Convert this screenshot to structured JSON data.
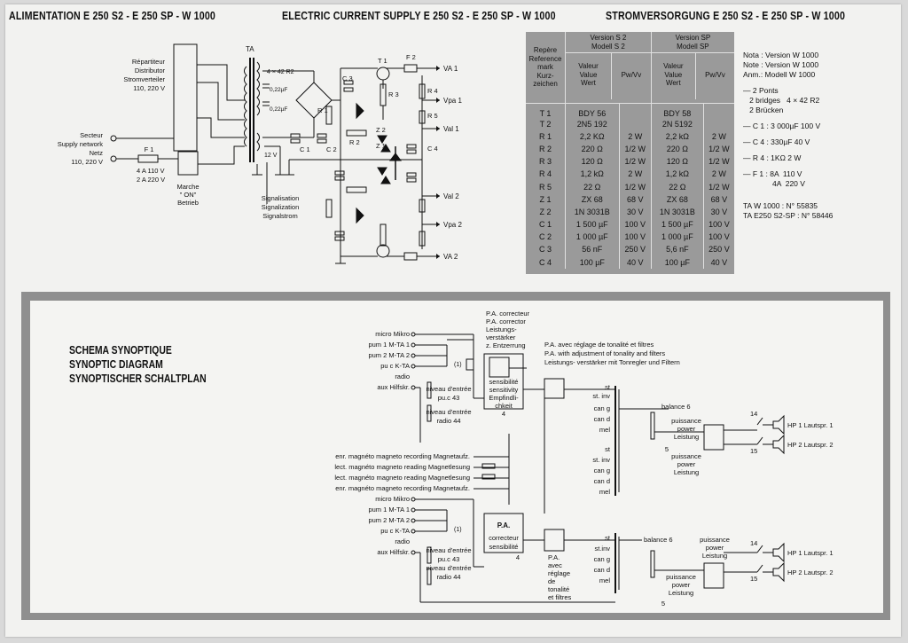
{
  "header": {
    "title_fr": "ALIMENTATION  E 250 S2  -  E 250 SP  -  W 1000",
    "title_en": "ELECTRIC CURRENT SUPPLY  E 250 S2  -  E 250 SP  -  W 1000",
    "title_de": "STROMVERSORGUNG  E 250 S2  -  E 250 SP  -  W 1000"
  },
  "supply_diagram": {
    "repartiteur": [
      "Répartiteur",
      "Distributor",
      "Stromverteiler",
      "110, 220 V"
    ],
    "ta": "TA",
    "secteur": [
      "Secteur",
      "Supply network",
      "Netz",
      "110, 220 V"
    ],
    "f1": "F 1",
    "fuse_ratings": [
      "4 A 110 V",
      "2 A 220 V"
    ],
    "marche": [
      "Marche",
      "\" ON\"",
      "Betrieb"
    ],
    "signalisation": [
      "Signalisation",
      "Signalization",
      "Signalstrom"
    ],
    "bridge_label": "4 × 42 R2",
    "cap_labels": [
      "0,22µF",
      "0,22µF"
    ],
    "volt_12": "12 V",
    "outputs": [
      "VA 1",
      "Vpa 1",
      "Val 1",
      "Val 2",
      "Vpa 2",
      "VA 2"
    ],
    "parts": {
      "t1": "T 1",
      "f2": "F 2",
      "r3": "R 3",
      "r4": "R 4",
      "r5": "R 5",
      "r1": "R 1",
      "r2": "R 2",
      "c1": "C 1",
      "c2": "C 2",
      "c3": "C 3",
      "c4": "C 4",
      "z1": "Z 1",
      "z2": "Z 2"
    }
  },
  "parts_table": {
    "col_ref": [
      "Repère",
      "Reference",
      "mark",
      "Kurz-",
      "zeichen"
    ],
    "version_s2": [
      "Version S 2",
      "Modell S 2"
    ],
    "version_sp": [
      "Version SP",
      "Modell SP"
    ],
    "col_value": [
      "Valeur",
      "Value",
      "Wert"
    ],
    "col_pw": "Pw/Vv",
    "rows": [
      {
        "ref": "T 1",
        "v1": "BDY 56",
        "p1": "",
        "v2": "BDY 58",
        "p2": ""
      },
      {
        "ref": "T 2",
        "v1": "2N5 192",
        "p1": "",
        "v2": "2N 5192",
        "p2": ""
      },
      {
        "ref": "R 1",
        "v1": "2,2 KΩ",
        "p1": "2 W",
        "v2": "2,2 kΩ",
        "p2": "2 W"
      },
      {
        "ref": "R 2",
        "v1": "220 Ω",
        "p1": "1/2 W",
        "v2": "220 Ω",
        "p2": "1/2 W"
      },
      {
        "ref": "R 3",
        "v1": "120 Ω",
        "p1": "1/2 W",
        "v2": "120 Ω",
        "p2": "1/2 W"
      },
      {
        "ref": "R 4",
        "v1": "1,2 kΩ",
        "p1": "2 W",
        "v2": "1,2 kΩ",
        "p2": "2 W"
      },
      {
        "ref": "R 5",
        "v1": "22 Ω",
        "p1": "1/2 W",
        "v2": "22 Ω",
        "p2": "1/2 W"
      },
      {
        "ref": "Z 1",
        "v1": "ZX 68",
        "p1": "68 V",
        "v2": "ZX 68",
        "p2": "68 V"
      },
      {
        "ref": "Z 2",
        "v1": "1N 3031B",
        "p1": "30 V",
        "v2": "1N 3031B",
        "p2": "30 V"
      },
      {
        "ref": "C 1",
        "v1": "1 500 µF",
        "p1": "100 V",
        "v2": "1 500 µF",
        "p2": "100 V"
      },
      {
        "ref": "C 2",
        "v1": "1 000 µF",
        "p1": "100 V",
        "v2": "1 000 µF",
        "p2": "100 V"
      },
      {
        "ref": "C 3",
        "v1": "56 nF",
        "p1": "250 V",
        "v2": "5,6 nF",
        "p2": "250 V"
      },
      {
        "ref": "C 4",
        "v1": "100 µF",
        "p1": "40 V",
        "v2": "100 µF",
        "p2": "40 V"
      }
    ]
  },
  "notes": {
    "lines": [
      "Nota : Version W 1000",
      "Note : Version W 1000",
      "Anm.: Modell W 1000"
    ],
    "items": [
      "— 2 Ponts",
      "   2 bridges   4 × 42 R2",
      "   2 Brücken",
      "— C 1 : 3 000µF 100 V",
      "— C 4 : 330µF 40 V",
      "— R 4 : 1KΩ 2 W",
      "— F 1 : 8A  110 V",
      "              4A  220 V"
    ],
    "serials": [
      "TA W 1000 : N° 55835",
      "TA E250 S2-SP : N° 58446"
    ]
  },
  "synoptic": {
    "title": [
      "SCHEMA SYNOPTIQUE",
      "SYNOPTIC DIAGRAM",
      "SYNOPTISCHER SCHALTPLAN"
    ],
    "inputs_top": [
      "micro Mikro",
      "pum 1 M-TA 1",
      "pum 2 M-TA 2",
      "pu c  K-TA",
      "radio",
      "aux Hilfskr."
    ],
    "inputs_bottom": [
      "micro Mikro",
      "pum 1 M-TA 1",
      "pum 2 M-TA 2",
      "pu c  K-TA",
      "radio",
      "aux Hilfskr."
    ],
    "tape": [
      "enr. magnéto magneto recording Magnetaufz.",
      "lect. magnéto magneto reading Magnetlesung",
      "lect. magnéto magneto reading Magnetlesung",
      "enr. magnéto magneto recording Magnetaufz."
    ],
    "pa_corrector": [
      "P.A. correcteur",
      "P.A. corrector",
      "Leistungs-",
      "verstärker",
      "z. Entzerrung"
    ],
    "pa_tone": [
      "P.A. avec réglage de tonalité et filtres",
      "P.A. with adjustment of tonality and filters",
      "Leistungs- verstärker mit Tonregler und Filtern"
    ],
    "sensibilite_top": [
      "sensibilité",
      "sensitivity",
      "Empfindli-",
      "chkeit",
      "4"
    ],
    "niveau_pu_top": [
      "niveau d'entrée",
      "pu.c 43"
    ],
    "niveau_radio_top": [
      "niveau d'entrée",
      "radio 44"
    ],
    "switch_1": "(1)",
    "selector_top": [
      "st",
      "st. inv",
      "can g",
      "can d",
      "mel"
    ],
    "selector_mid": [
      "st",
      "st. inv",
      "can g",
      "can d",
      "mel"
    ],
    "selector_bottom": [
      "st",
      "st.inv",
      "can g",
      "can d",
      "mel"
    ],
    "balance": "balance 6",
    "puissance_top": [
      "puissance",
      "power",
      "Leistung",
      "5"
    ],
    "puissance_mid": [
      "puissance",
      "power",
      "Leistung"
    ],
    "puissance_bottom_r": [
      "puissance",
      "power",
      "Leistung"
    ],
    "puissance_bottom": [
      "puissance",
      "power",
      "Leistung",
      "5"
    ],
    "speakers": [
      "HP 1  Lautspr. 1",
      "HP 2  Lautspr. 2"
    ],
    "sw_nums": [
      "14",
      "15"
    ],
    "pa_block": "P.A.",
    "pa_bottom": [
      "correcteur",
      "sensibilité",
      "4"
    ],
    "pa_tone_bottom": [
      "P.A.",
      "avec",
      "réglage",
      "de",
      "tonalité",
      "et filtres"
    ]
  }
}
